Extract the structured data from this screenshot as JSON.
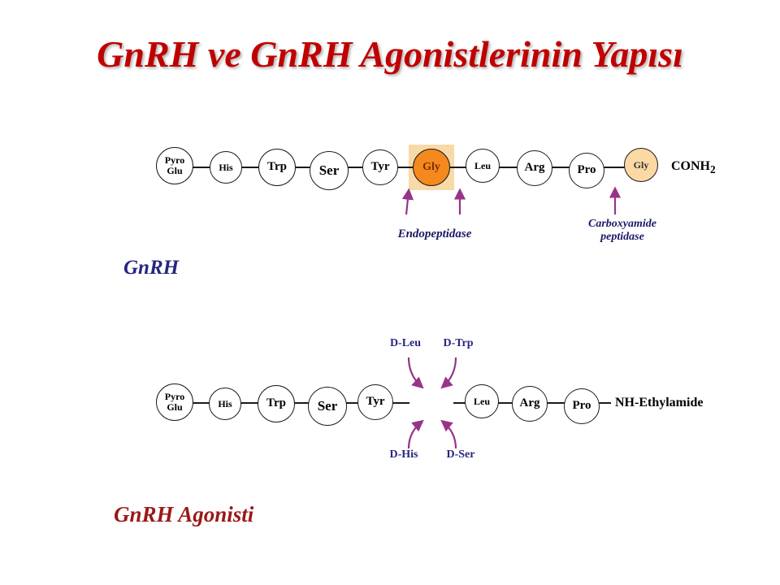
{
  "title": "GnRH ve GnRH Agonistlerinin Yapısı",
  "gnrh": {
    "label": "GnRH",
    "nodes": {
      "pyroglu": "Pyro\nGlu",
      "his": "His",
      "trp": "Trp",
      "ser": "Ser",
      "tyr": "Tyr",
      "gly6": "Gly",
      "leu": "Leu",
      "arg": "Arg",
      "pro": "Pro",
      "gly10": "Gly"
    },
    "terminal_main": "CONH",
    "terminal_sub": "2",
    "endopeptidase_label": "Endopeptidase",
    "carboxyamide_label": "Carboxyamide\npeptidase"
  },
  "agonist": {
    "label": "GnRH Agonisti",
    "nodes": {
      "pyroglu": "Pyro\nGlu",
      "his": "His",
      "trp": "Trp",
      "ser": "Ser",
      "tyr": "Tyr",
      "leu": "Leu",
      "arg": "Arg",
      "pro": "Pro"
    },
    "terminal": "NH-Ethylamide",
    "substitutions": {
      "top_left": "D-Leu",
      "top_right": "D-Trp",
      "bottom_left": "D-His",
      "bottom_right": "D-Ser"
    }
  },
  "colors": {
    "title": "#c00000",
    "gnrh_label": "#26267e",
    "agonist_label": "#9b1818",
    "enzyme_label": "#1a1a66",
    "substitution_label": "#26267e",
    "arrow": "#993388",
    "gly6_fill": "#f5891d",
    "gly10_fill": "#fcd8a4",
    "gly_highlight": "#f8d9a8"
  }
}
